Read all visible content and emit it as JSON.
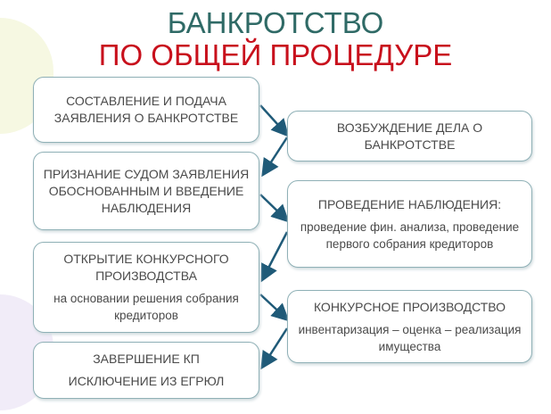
{
  "title": {
    "line1": "БАНКРОТСТВО",
    "line2": "ПО ОБЩЕЙ ПРОЦЕДУРЕ"
  },
  "left": [
    {
      "main": "СОСТАВЛЕНИЕ И ПОДАЧА ЗАЯВЛЕНИЯ О БАНКРОТСТВЕ"
    },
    {
      "main": "ПРИЗНАНИЕ СУДОМ ЗАЯВЛЕНИЯ ОБОСНОВАННЫМ И ВВЕДЕНИЕ НАБЛЮДЕНИЯ"
    },
    {
      "main": "ОТКРЫТИЕ КОНКУРСНОГО ПРОИЗВОДСТВА",
      "sub": "на основании решения собрания кредиторов"
    },
    {
      "main": "ЗАВЕРШЕНИЕ КП",
      "sub": "ИСКЛЮЧЕНИЕ ИЗ ЕГРЮЛ"
    }
  ],
  "right": [
    {
      "main": "ВОЗБУЖДЕНИЕ ДЕЛА О БАНКРОТСТВЕ"
    },
    {
      "main": "ПРОВЕДЕНИЕ НАБЛЮДЕНИЯ:",
      "sub": "проведение фин. анализа, проведение первого собрания кредиторов"
    },
    {
      "main": "КОНКУРСНОЕ ПРОИЗВОДСТВО",
      "sub": "инвентаризация – оценка – реализация имущества"
    }
  ],
  "colors": {
    "title_top": "#2f6a66",
    "title_bottom": "#c8101c",
    "arrow": "#1f5a78"
  }
}
